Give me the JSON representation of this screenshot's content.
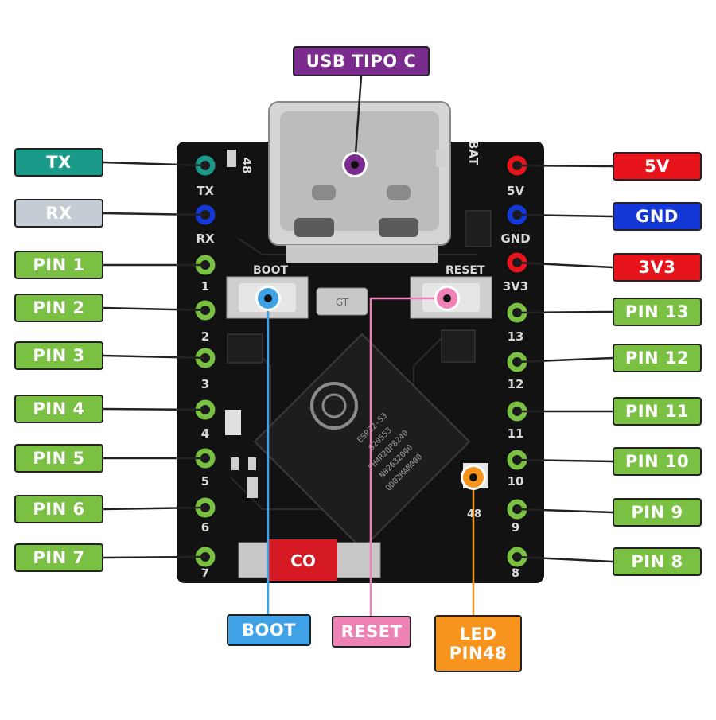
{
  "labels": {
    "usb": "USB TIPO C",
    "tx": "TX",
    "rx": "RX",
    "pin1": "PIN 1",
    "pin2": "PIN 2",
    "pin3": "PIN 3",
    "pin4": "PIN 4",
    "pin5": "PIN 5",
    "pin6": "PIN 6",
    "pin7": "PIN 7",
    "v5": "5V",
    "gnd": "GND",
    "v33": "3V3",
    "pin13": "PIN 13",
    "pin12": "PIN 12",
    "pin11": "PIN 11",
    "pin10": "PIN 10",
    "pin9": "PIN 9",
    "pin8": "PIN 8",
    "boot": "BOOT",
    "reset": "RESET",
    "led": "LED\nPIN48"
  },
  "silkscreen": {
    "left": [
      "48",
      "TX",
      "RX",
      "1",
      "2",
      "3",
      "4",
      "5",
      "6",
      "7"
    ],
    "right": [
      "BAT",
      "5V",
      "GND",
      "3V3",
      "13",
      "12",
      "11",
      "10",
      "9",
      "8"
    ],
    "top_left": "BOOT",
    "top_right": "RESET",
    "led_num": "48",
    "crystal": "GT",
    "chip": [
      "ESP32-S3",
      "S20553",
      "FH4R2QP8240",
      "N82632000",
      "QD02MAM000"
    ]
  },
  "colors": {
    "teal": "#1a9b8a",
    "grey": "#c5ccd3",
    "green": "#7ac143",
    "red": "#e8141c",
    "blue": "#1438d6",
    "purple": "#7b2a8e",
    "lightblue": "#3fa2e6",
    "pink": "#ee82b4",
    "orange": "#f7941d",
    "pcb": "#121212"
  }
}
